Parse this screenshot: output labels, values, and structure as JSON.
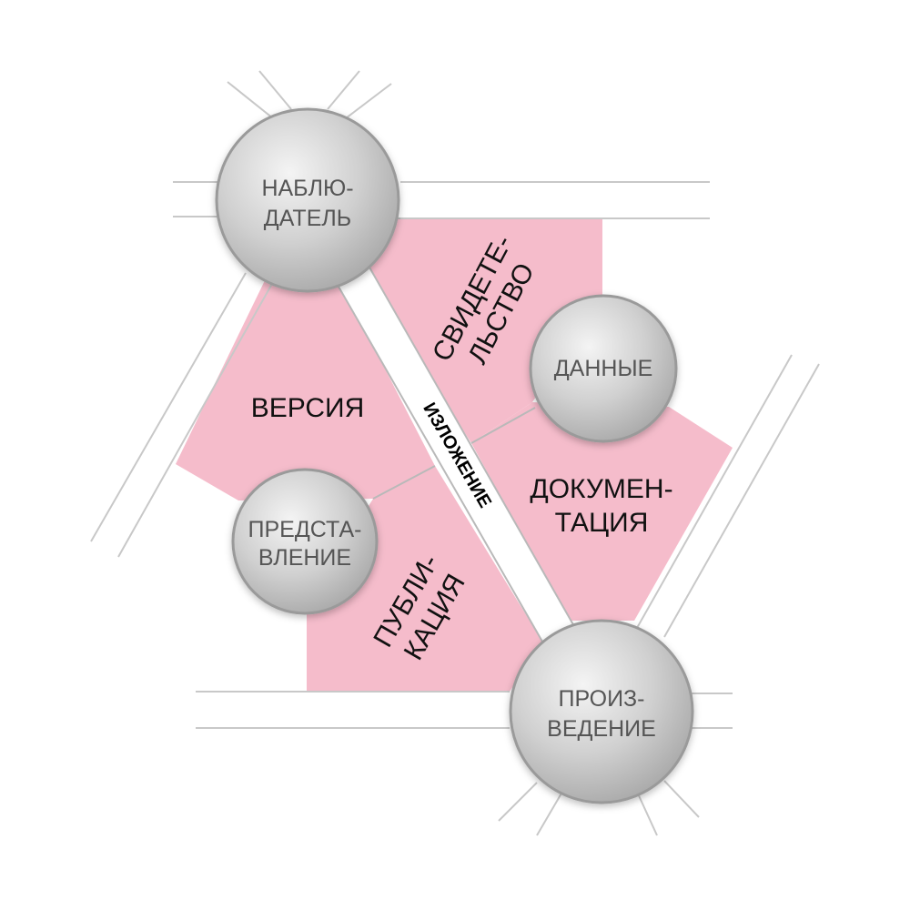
{
  "colors": {
    "region_fill": "#f5bccb",
    "node_fill": "#cfcfcf",
    "node_stroke": "#9a9a9a",
    "line": "#c4c4c4"
  },
  "nodes": {
    "observer": [
      "НАБЛЮ-",
      "ДАТЕЛЬ"
    ],
    "data": [
      "ДАННЫЕ"
    ],
    "representation": [
      "ПРЕДСТА-",
      "ВЛЕНИЕ"
    ],
    "work": [
      "ПРОИЗ-",
      "ВЕДЕНИЕ"
    ]
  },
  "regions": {
    "version": [
      "ВЕРСИЯ"
    ],
    "evidence": [
      "СВИДЕТЕ-",
      "ЛЬСТВО"
    ],
    "documentation": [
      "ДОКУМЕН-",
      "ТАЦИЯ"
    ],
    "publication": [
      "ПУБЛИ-",
      "КАЦИЯ"
    ]
  },
  "band": {
    "exposition": "ИЗЛОЖЕНИЕ"
  }
}
